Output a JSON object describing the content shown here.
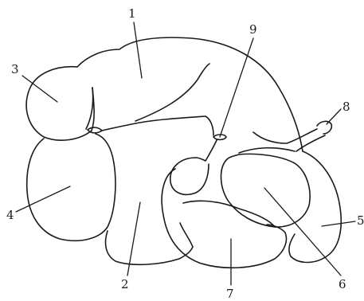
{
  "labels": {
    "l1": "1",
    "l2": "2",
    "l3": "3",
    "l4": "4",
    "l5": "5",
    "l6": "6",
    "l7": "7",
    "l8": "8",
    "l9": "9"
  },
  "colors": {
    "line": "#1a1a1a",
    "background": "#ffffff"
  }
}
